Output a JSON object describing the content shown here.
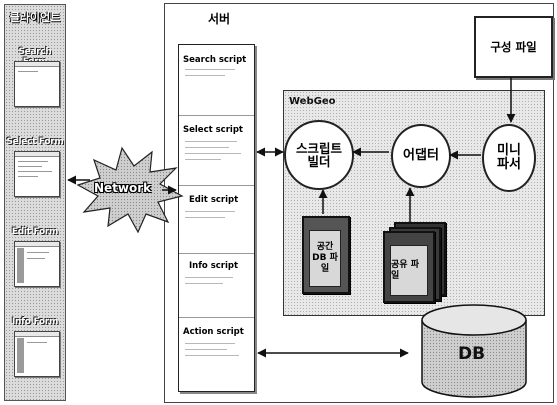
{
  "client": {
    "title": "클라이언트",
    "forms": [
      "Search Form",
      "Select Form",
      "Edit Form",
      "Info Form"
    ]
  },
  "network": {
    "label": "Network"
  },
  "server": {
    "title": "서버",
    "scripts": [
      "Search script",
      "Select script",
      "Edit script",
      "Info script",
      "Action script"
    ]
  },
  "webgeo": {
    "label": "WebGeo",
    "script_builder": "스크립트 빌더",
    "adapter": "어댑터",
    "mini_parser": "미니 파서",
    "spatial_db_file": "공간 DB 파일",
    "shared_file": "공유 파일"
  },
  "config_file": "구성 파일",
  "db": {
    "label": "DB"
  }
}
